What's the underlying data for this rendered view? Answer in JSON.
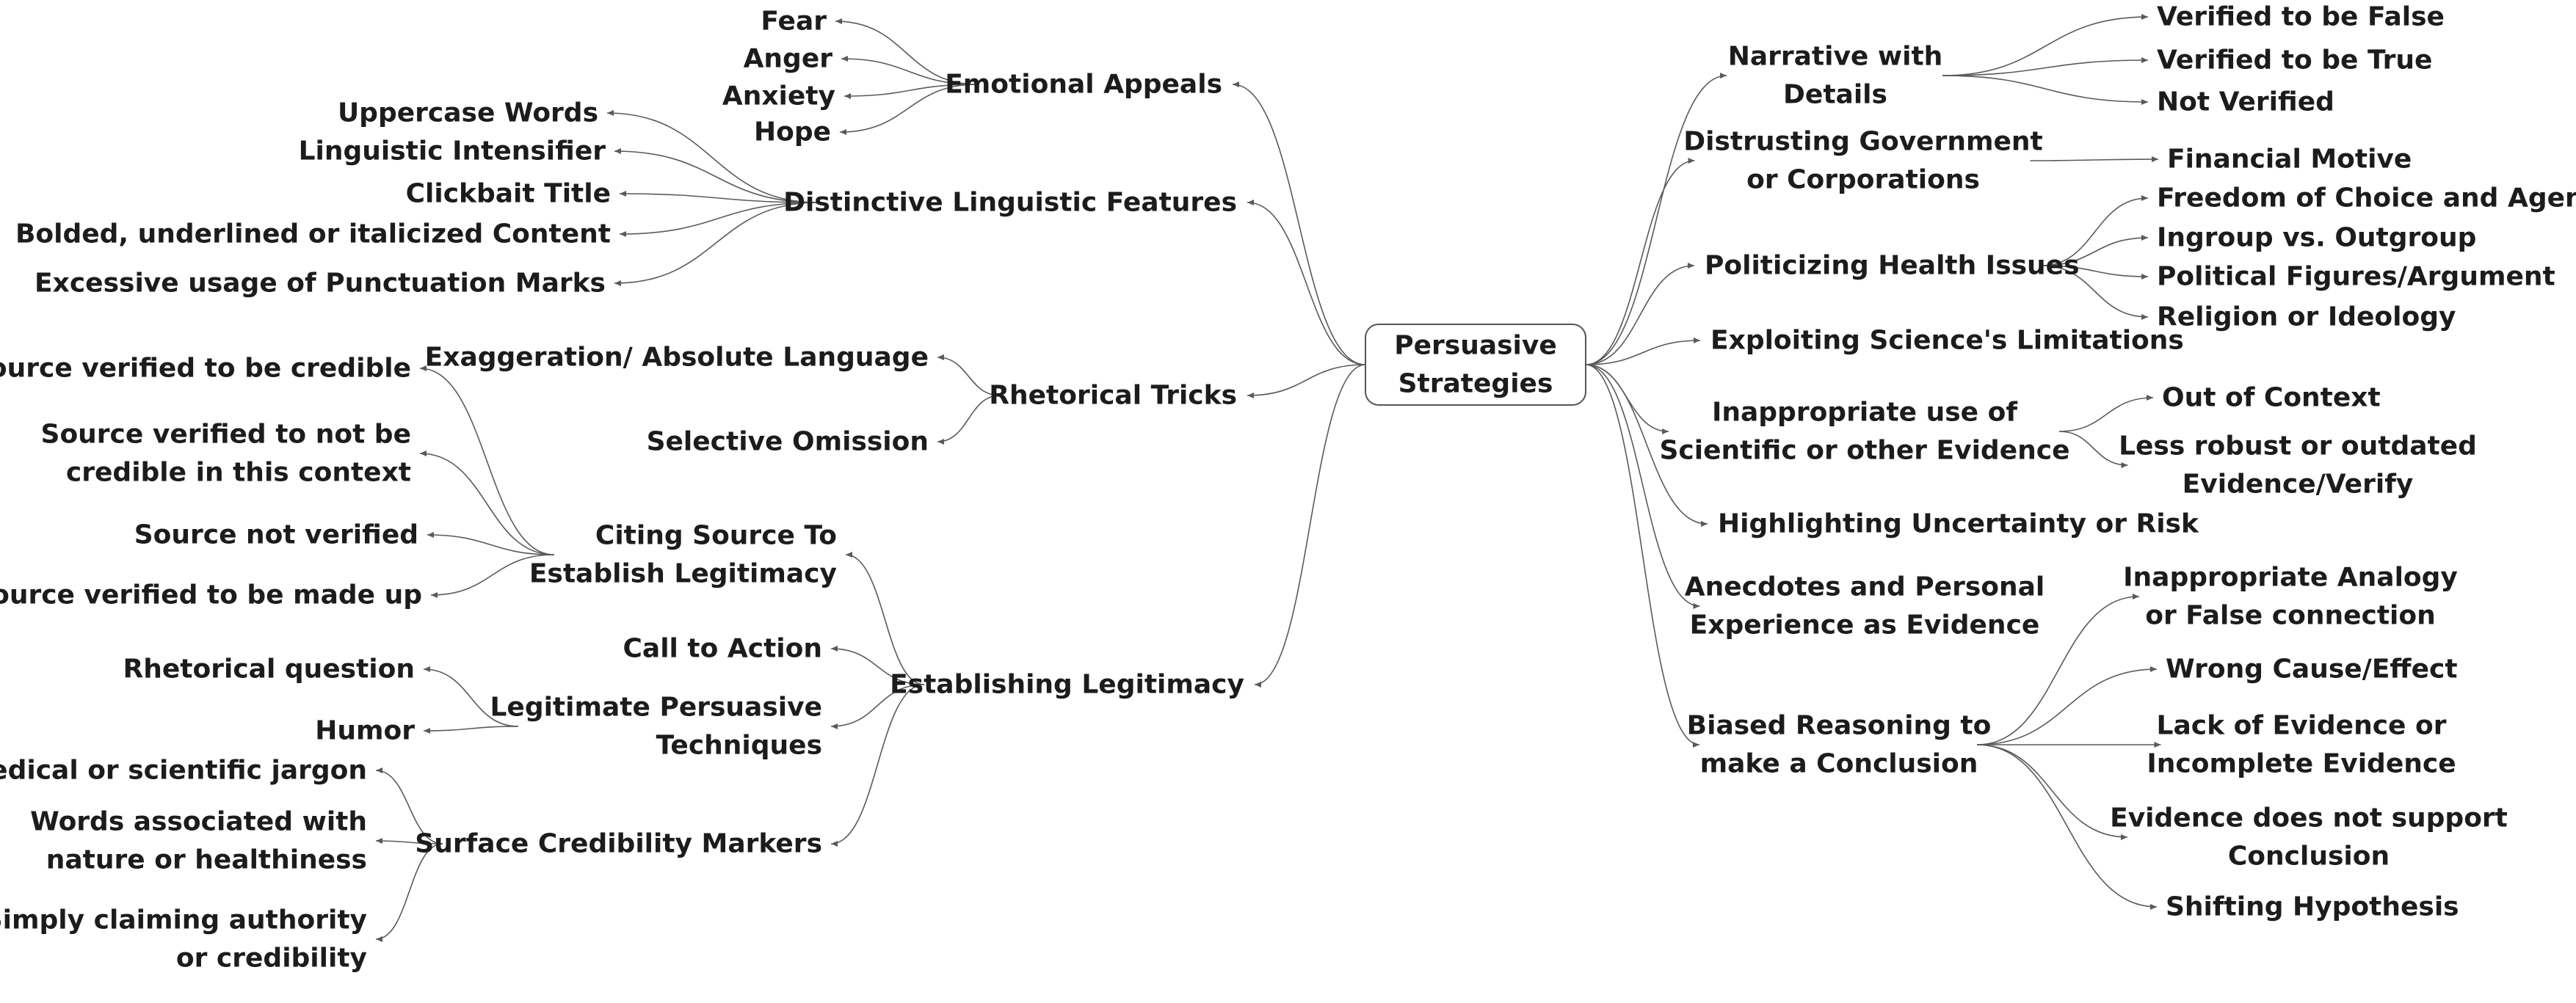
{
  "root": {
    "label": [
      "Persuasive",
      "Strategies"
    ]
  },
  "left": [
    {
      "label": [
        "Emotional Appeals"
      ],
      "children": [
        {
          "label": [
            "Fear"
          ]
        },
        {
          "label": [
            "Anger"
          ]
        },
        {
          "label": [
            "Anxiety"
          ]
        },
        {
          "label": [
            "Hope"
          ]
        }
      ]
    },
    {
      "label": [
        "Distinctive Linguistic Features"
      ],
      "children": [
        {
          "label": [
            "Uppercase Words"
          ]
        },
        {
          "label": [
            "Linguistic Intensifier"
          ]
        },
        {
          "label": [
            "Clickbait Title"
          ]
        },
        {
          "label": [
            "Bolded, underlined or italicized Content"
          ]
        },
        {
          "label": [
            "Excessive usage of Punctuation Marks"
          ]
        }
      ]
    },
    {
      "label": [
        "Rhetorical Tricks"
      ],
      "children": [
        {
          "label": [
            "Exaggeration/ Absolute Language"
          ]
        },
        {
          "label": [
            "Selective Omission"
          ]
        }
      ]
    },
    {
      "label": [
        "Establishing Legitimacy"
      ],
      "children": [
        {
          "label": [
            "Citing Source To",
            "Establish Legitimacy"
          ],
          "children": [
            {
              "label": [
                "Source verified to be credible"
              ]
            },
            {
              "label": [
                "Source verified to not be",
                "credible in this context"
              ]
            },
            {
              "label": [
                "Source not verified"
              ]
            },
            {
              "label": [
                "Source verified to be made up"
              ]
            }
          ]
        },
        {
          "label": [
            "Call to Action"
          ]
        },
        {
          "label": [
            "Legitimate Persuasive",
            "Techniques"
          ],
          "children": [
            {
              "label": [
                "Rhetorical question"
              ]
            },
            {
              "label": [
                "Humor"
              ]
            }
          ]
        },
        {
          "label": [
            "Surface Credibility Markers"
          ],
          "children": [
            {
              "label": [
                "Medical or scientific jargon"
              ]
            },
            {
              "label": [
                "Words associated with",
                "nature or healthiness"
              ]
            },
            {
              "label": [
                "Simply claiming authority",
                "or credibility"
              ]
            }
          ]
        }
      ]
    }
  ],
  "right": [
    {
      "label": [
        "Narrative with",
        "Details"
      ],
      "children": [
        {
          "label": [
            "Verified to be False"
          ]
        },
        {
          "label": [
            "Verified to be True"
          ]
        },
        {
          "label": [
            "Not Verified"
          ]
        }
      ]
    },
    {
      "label": [
        "Distrusting Government",
        "or Corporations"
      ],
      "children": [
        {
          "label": [
            "Financial Motive"
          ]
        }
      ]
    },
    {
      "label": [
        "Politicizing Health Issues"
      ],
      "children": [
        {
          "label": [
            "Freedom of Choice and Agency"
          ]
        },
        {
          "label": [
            "Ingroup vs. Outgroup"
          ]
        },
        {
          "label": [
            "Political Figures/Argument"
          ]
        },
        {
          "label": [
            "Religion or Ideology"
          ]
        }
      ]
    },
    {
      "label": [
        "Exploiting Science's Limitations"
      ]
    },
    {
      "label": [
        "Inappropriate use of",
        "Scientific or other Evidence"
      ],
      "children": [
        {
          "label": [
            "Out of Context"
          ]
        },
        {
          "label": [
            "Less robust or outdated",
            "Evidence/Verify"
          ]
        }
      ]
    },
    {
      "label": [
        "Highlighting Uncertainty or Risk"
      ]
    },
    {
      "label": [
        "Anecdotes and Personal",
        "Experience as Evidence"
      ]
    },
    {
      "label": [
        "Biased Reasoning to",
        "make a Conclusion"
      ],
      "children": [
        {
          "label": [
            "Inappropriate Analogy",
            "or False connection"
          ]
        },
        {
          "label": [
            "Wrong Cause/Effect"
          ]
        },
        {
          "label": [
            "Lack of Evidence or",
            "Incomplete Evidence"
          ]
        },
        {
          "label": [
            "Evidence does not support",
            "Conclusion"
          ]
        },
        {
          "label": [
            "Shifting Hypothesis"
          ]
        }
      ]
    }
  ]
}
